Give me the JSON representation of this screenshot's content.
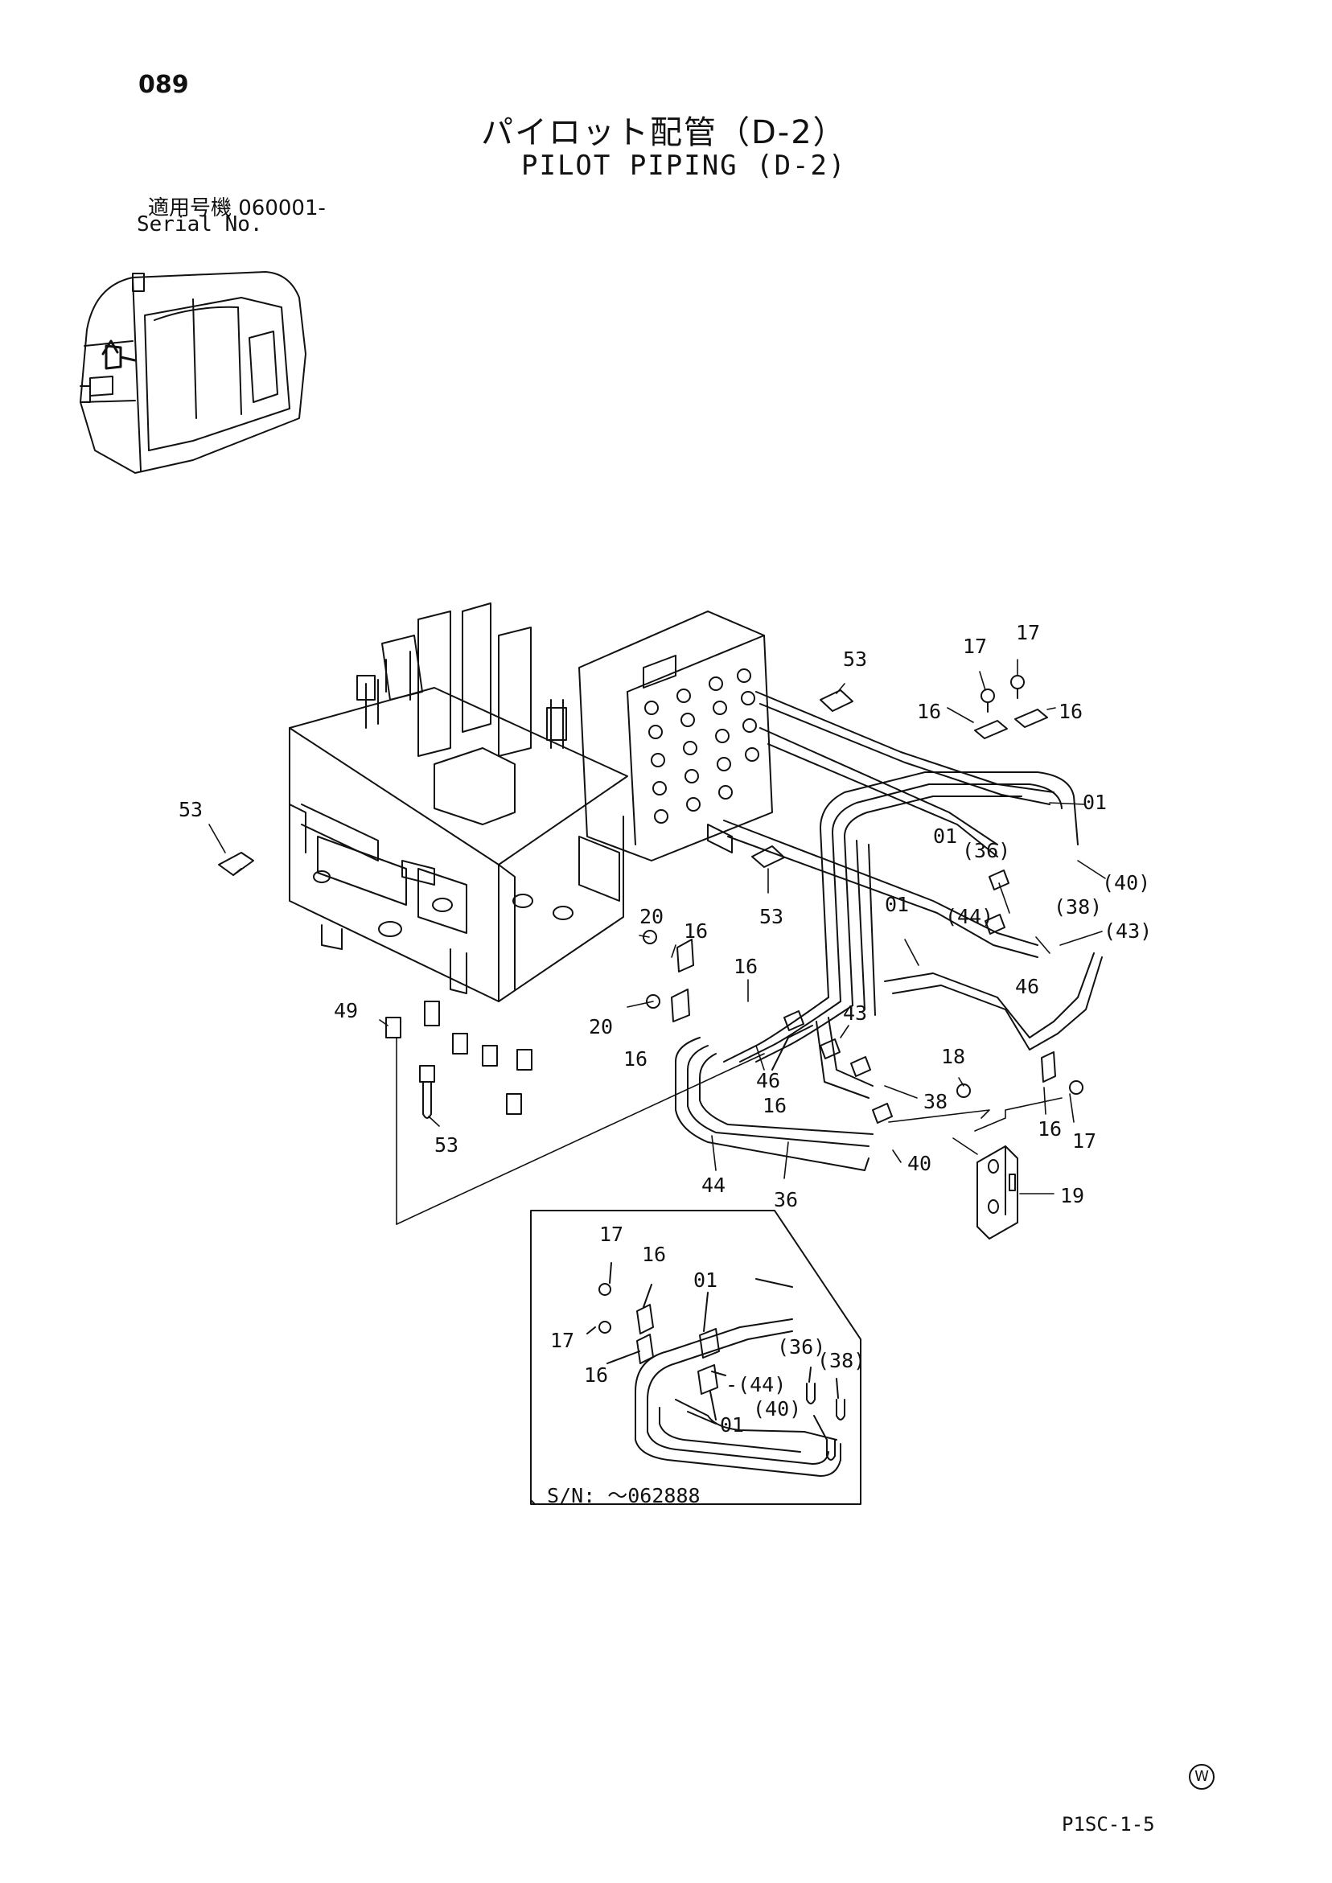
{
  "page": {
    "number": "089",
    "title_jp": "パイロット配管（D-2）",
    "title_en": "PILOT PIPING (D-2)",
    "serial_jp": "適用号機 060001-",
    "serial_en": "Serial No.",
    "code": "P1SC-1-5",
    "mark": "W"
  },
  "inset": {
    "serial_note": "S/N: ～062888"
  },
  "callouts": {
    "c01": "01",
    "c16": "16",
    "c17": "17",
    "c18": "18",
    "c19": "19",
    "c20": "20",
    "c36": "36",
    "c38": "38",
    "c40": "40",
    "c43": "43",
    "c44": "44",
    "c46": "46",
    "c49": "49",
    "c53": "53",
    "p36": "(36)",
    "p38": "(38)",
    "p40": "(40)",
    "p43": "(43)",
    "p44": "(44)",
    "p44dash": "-(44)"
  }
}
